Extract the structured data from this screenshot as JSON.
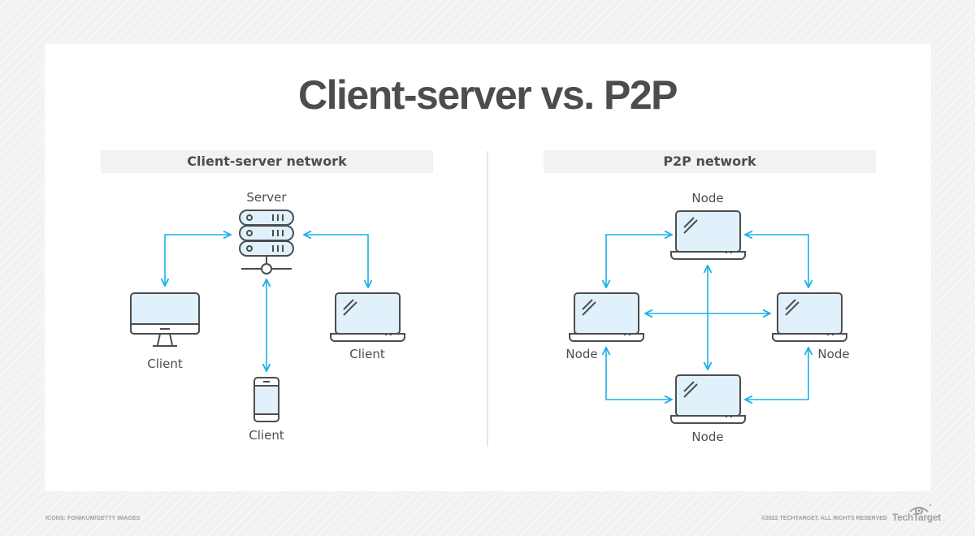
{
  "title": "Client-server vs. P2P",
  "colors": {
    "arrow": "#1ab0e8",
    "icon_stroke": "#4c4d4f",
    "icon_fill": "#e0f1fb",
    "header_bg": "#f1f2f2",
    "text": "#4c4d4f"
  },
  "left_panel": {
    "header": "Client-server network",
    "server_label": "Server",
    "clients": [
      {
        "label": "Client",
        "icon": "desktop-monitor-icon"
      },
      {
        "label": "Client",
        "icon": "laptop-icon"
      },
      {
        "label": "Client",
        "icon": "smartphone-icon"
      }
    ]
  },
  "right_panel": {
    "header": "P2P network",
    "nodes": [
      {
        "label": "Node",
        "position": "top"
      },
      {
        "label": "Node",
        "position": "left"
      },
      {
        "label": "Node",
        "position": "right"
      },
      {
        "label": "Node",
        "position": "bottom"
      }
    ]
  },
  "footer": {
    "credit": "ICONS: FONIKUM/GETTY IMAGES",
    "copyright": "©2022 TECHTARGET. ALL RIGHTS RESERVED",
    "brand": "TechTarget"
  }
}
